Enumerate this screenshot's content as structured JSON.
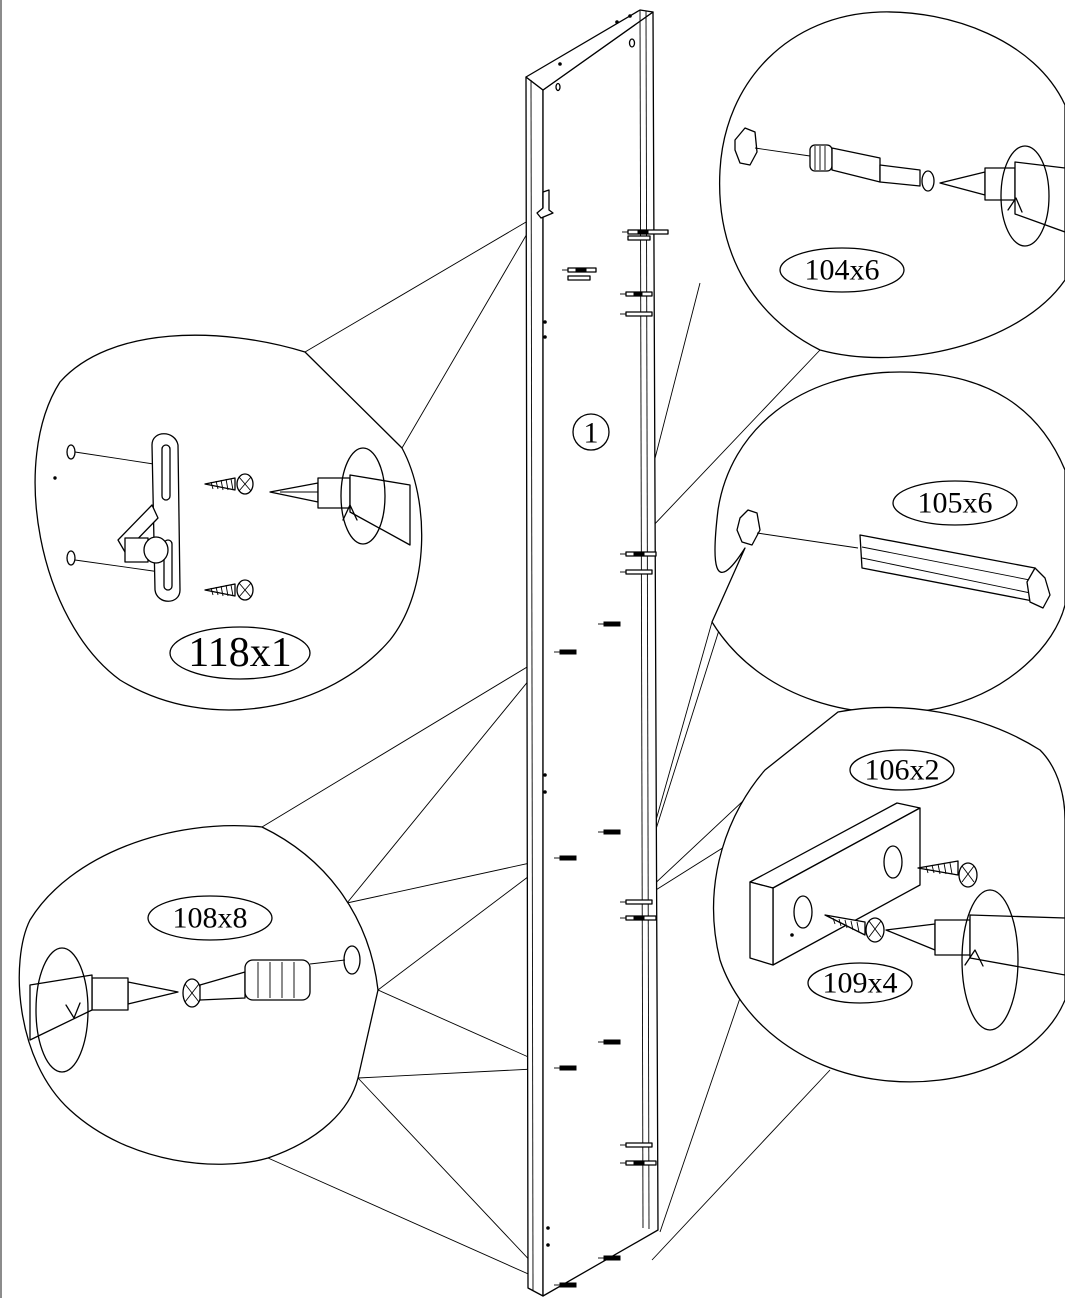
{
  "panel": {
    "number": "1"
  },
  "parts": {
    "p118": {
      "label": "118x1"
    },
    "p104": {
      "label": "104x6"
    },
    "p105": {
      "label": "105x6"
    },
    "p106": {
      "label": "106x2"
    },
    "p109": {
      "label": "109x4"
    },
    "p108": {
      "label": "108x8"
    }
  },
  "icons": [
    "screwdriver-icon",
    "rotation-arrow-icon",
    "screw-icon",
    "cam-bolt-icon",
    "dowel-icon",
    "bracket-icon",
    "block-icon"
  ]
}
